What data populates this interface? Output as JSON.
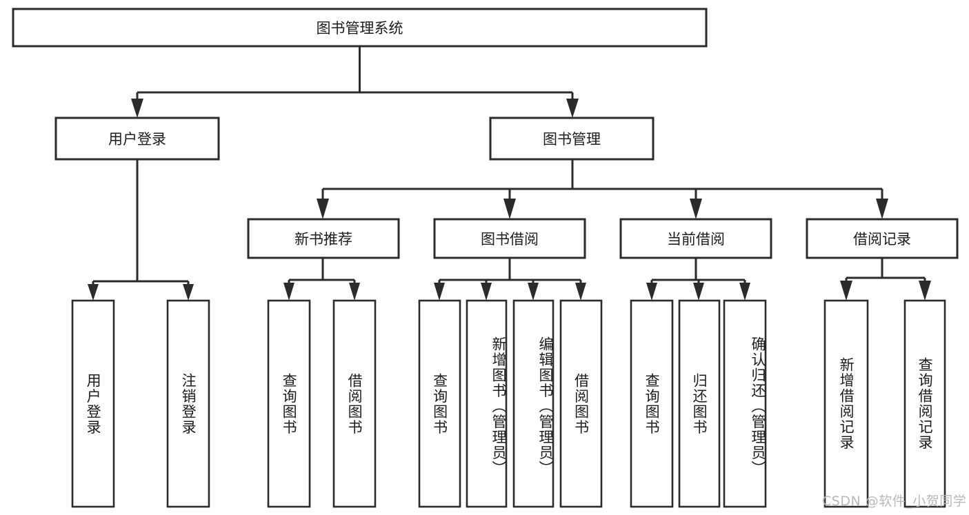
{
  "diagram": {
    "title": "图书管理系统",
    "type": "tree-hierarchy-diagram",
    "watermark": "CSDN @软件_小贺同学",
    "colors": {
      "stroke": "#2b2b2b",
      "fill": "#ffffff",
      "text": "#1c1c1c",
      "watermark": "#b9b9b9",
      "background": "#ffffff"
    },
    "root": {
      "label": "图书管理系统"
    },
    "level2": [
      {
        "label": "用户登录"
      },
      {
        "label": "图书管理"
      }
    ],
    "level3": [
      {
        "label": "新书推荐"
      },
      {
        "label": "图书借阅"
      },
      {
        "label": "当前借阅"
      },
      {
        "label": "借阅记录"
      }
    ],
    "leaves": {
      "user_login": [
        {
          "label": "用户登录"
        },
        {
          "label": "注销登录"
        }
      ],
      "new_book_recommend": [
        {
          "label": "查询图书"
        },
        {
          "label": "借阅图书"
        }
      ],
      "book_borrow": [
        {
          "label": "查询图书"
        },
        {
          "label": "新增图书（管理员）"
        },
        {
          "label": "编辑图书（管理员）"
        },
        {
          "label": "借阅图书"
        }
      ],
      "current_borrow": [
        {
          "label": "查询图书"
        },
        {
          "label": "归还图书"
        },
        {
          "label": "确认归还（管理员）"
        }
      ],
      "borrow_records": [
        {
          "label": "新增借阅记录"
        },
        {
          "label": "查询借阅记录"
        }
      ]
    }
  }
}
